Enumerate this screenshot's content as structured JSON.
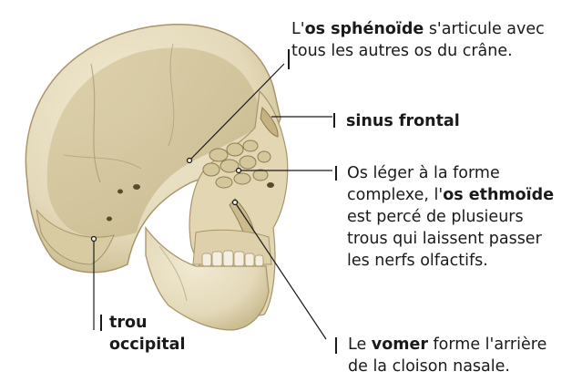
{
  "labels": {
    "sphenoide": {
      "pre": "L'",
      "bold": "os sphénoïde",
      "post": " s'articule avec",
      "line2": "tous les autres os du crâne."
    },
    "sinus": {
      "bold": "sinus frontal"
    },
    "ethmoide": {
      "line1": "Os léger à la forme",
      "line2_pre": "complexe, l'",
      "line2_bold": "os ethmoïde",
      "line3": "est percé de plusieurs",
      "line4": "trous qui laissent passer",
      "line5": "les nerfs olfactifs."
    },
    "occipital": {
      "line1": "trou",
      "line2": "occipital"
    },
    "vomer": {
      "pre": "Le ",
      "bold": "vomer",
      "post": " forme l'arrière",
      "line2": "de la cloison nasale."
    }
  },
  "colors": {
    "bone": "#e9e0c4",
    "bone_shadow": "#cdbf98",
    "bone_dark": "#a8956a",
    "text": "#1a1a1a"
  }
}
